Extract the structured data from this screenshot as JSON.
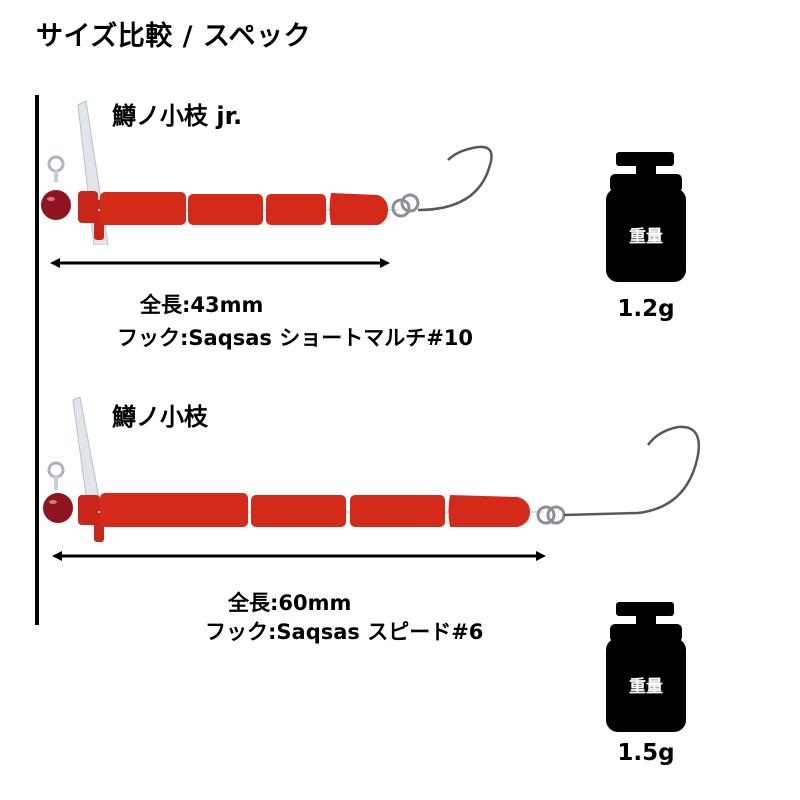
{
  "header": {
    "title": "サイズ比較 / スペック"
  },
  "colors": {
    "body_red": "#d42a1a",
    "head_red": "#8e1520",
    "text": "#000000",
    "weight_icon": "#000000"
  },
  "products": [
    {
      "name": "鱒ノ小枝 jr.",
      "length_label": "全長:43mm",
      "hook_label": "フック:Saqsas ショートマルチ#10",
      "weight_icon_text": "重量",
      "weight": "1.2g"
    },
    {
      "name": "鱒ノ小枝",
      "length_label": "全長:60mm",
      "hook_label": "フック:Saqsas スピード#6",
      "weight_icon_text": "重量",
      "weight": "1.5g"
    }
  ]
}
